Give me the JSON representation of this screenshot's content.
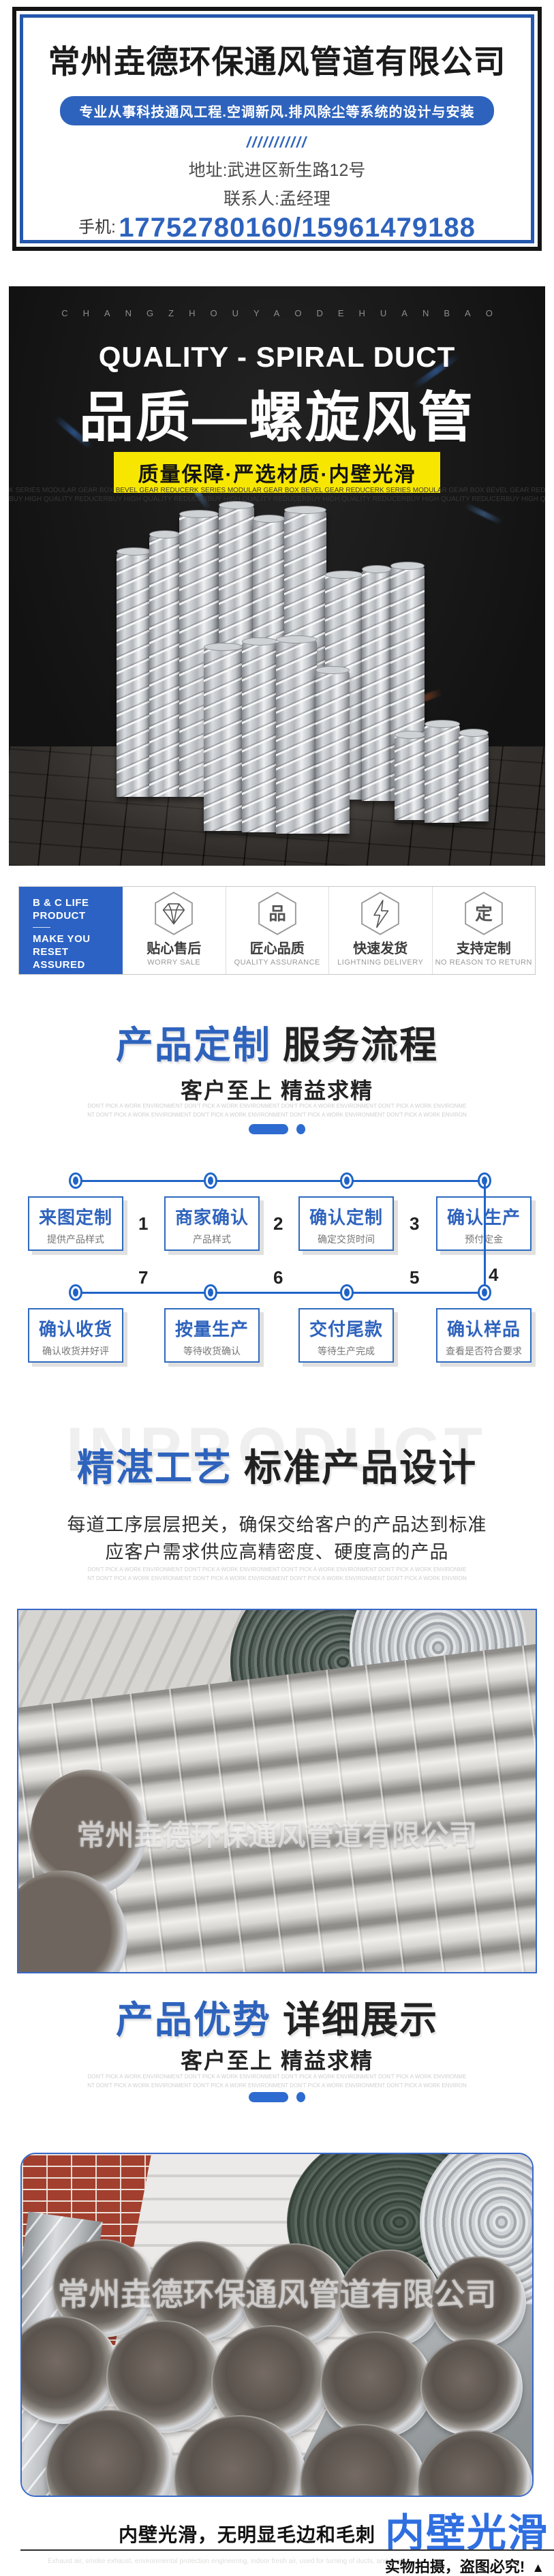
{
  "header": {
    "company_name": "常州垚德环保通风管道有限公司",
    "tagline": "专业从事科技通风工程.空调新风.排风除尘等系统的设计与安装",
    "slashes": "///////////",
    "address": "地址:武进区新生路12号",
    "contact": "联系人:孟经理",
    "phone_label": "手机:",
    "phone_numbers": "17752780160/15961479188"
  },
  "hero": {
    "brand_letters": "CHANGZHOUYAODEHUANBAO",
    "title_en": "QUALITY - SPIRAL DUCT",
    "title_cn": "品质—螺旋风管",
    "badge": "质量保障·严选材质·内壁光滑",
    "marquee_line1": "K SERIES MODULAR GEAR BOX BEVEL GEAR REDUCERK SERIES MODULAR GEAR BOX BEVEL GEAR REDUCERK SERIES MODULAR GEAR BOX BEVEL GEAR REDUCERK SERIES MODULAR GEAR BOX BEVEL GEAR REDUCER",
    "marquee_line2": "BUY HIGH QUALITY REDUCERBUY HIGH QUALITY REDUCERBUY HIGH QUALITY REDUCERBUY HIGH QUALITY REDUCERBUY HIGH QUALITY REDUCERBUY HIGH QUALITY REDUCER"
  },
  "features": {
    "panel_line1": "B & C LIFE",
    "panel_line2": "PRODUCT",
    "panel_line3": "MAKE YOU",
    "panel_line4": "RESET ASSURED",
    "items": [
      {
        "icon": "gem-icon",
        "title": "贴心售后",
        "subtitle": "WORRY SALE"
      },
      {
        "icon": "quality-icon",
        "glyph": "品",
        "title": "匠心品质",
        "subtitle": "QUALITY ASSURANCE"
      },
      {
        "icon": "lightning-icon",
        "title": "快速发货",
        "subtitle": "LIGHTNING DELIVERY"
      },
      {
        "icon": "custom-icon",
        "glyph": "定",
        "title": "支持定制",
        "subtitle": "NO REASON TO RETURN"
      }
    ]
  },
  "section_flow": {
    "title_accent": "产品定制",
    "title_rest": "服务流程",
    "subtitle": "客户至上 精益求精",
    "fineprint": "DON'T PICK A WORK ENVIRONMENT DON'T PICK A WORK ENVIRONMENT DON'T PICK A WORK ENVIRONMENT DON'T PICK A WORK ENVIRONMENT DON'T PICK A WORK ENVIRONMENT DON'T PICK A WORK ENVIRONMENT DON'T PICK A WORK ENVIRONMENT DON'T PICK A WORK ENVIRONMENT"
  },
  "flow": {
    "row1": [
      {
        "title": "来图定制",
        "subtitle": "提供产品样式"
      },
      {
        "title": "商家确认",
        "subtitle": "产品样式"
      },
      {
        "title": "确认定制",
        "subtitle": "确定交货时间"
      },
      {
        "title": "确认生产",
        "subtitle": "预付定金"
      }
    ],
    "row1_numbers": [
      "1",
      "2",
      "3"
    ],
    "connector_number": "4",
    "row2_numbers": [
      "7",
      "6",
      "5"
    ],
    "row2": [
      {
        "title": "确认收货",
        "subtitle": "确认收货并好评"
      },
      {
        "title": "按量生产",
        "subtitle": "等待收货确认"
      },
      {
        "title": "交付尾款",
        "subtitle": "等待生产完成"
      },
      {
        "title": "确认样品",
        "subtitle": "查看是否符合要求"
      }
    ]
  },
  "section_craft": {
    "title_accent": "精湛工艺",
    "title_rest": "标准产品设计",
    "watermark": "INPRODUCT",
    "line1": "每道工序层层把关，确保交给客户的产品达到标准",
    "line2": "应客户需求供应高精密度、硬度高的产品",
    "fineprint": "DON'T PICK A WORK ENVIRONMENT DON'T PICK A WORK ENVIRONMENT DON'T PICK A WORK ENVIRONMENT DON'T PICK A WORK ENVIRONMENT DON'T PICK A WORK ENVIRONMENT DON'T PICK A WORK ENVIRONMENT DON'T PICK A WORK ENVIRONMENT DON'T PICK A WORK ENVIRONMENT"
  },
  "section_adv": {
    "title_accent": "产品优势",
    "title_rest": "详细展示",
    "subtitle": "客户至上 精益求精",
    "fineprint": "DON'T PICK A WORK ENVIRONMENT DON'T PICK A WORK ENVIRONMENT DON'T PICK A WORK ENVIRONMENT DON'T PICK A WORK ENVIRONMENT DON'T PICK A WORK ENVIRONMENT DON'T PICK A WORK ENVIRONMENT DON'T PICK A WORK ENVIRONMENT DON'T PICK A WORK ENVIRONMENT"
  },
  "photos": {
    "watermark": "常州垚德环保通风管道有限公司"
  },
  "footer": {
    "caption": "内壁光滑，无明显毛边和毛刺",
    "highlight": "内壁光滑",
    "fineprint": "Exhaust air, smoke exhaust, environmental protection engineering, indoor fresh air, used for turning of ducts, and used with spiral ducts",
    "notice": "实物拍摄，盗图必究!",
    "triangle": "▲"
  },
  "colors": {
    "accent_blue": "#2e63bd",
    "badge_yellow": "#f7e600",
    "hero_dark": "#161616"
  }
}
